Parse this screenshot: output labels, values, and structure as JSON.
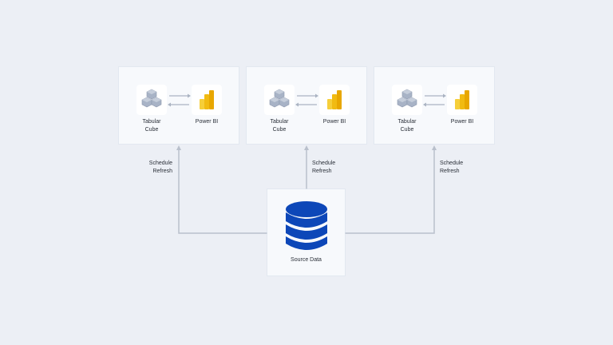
{
  "diagram": {
    "pairs": [
      {
        "cube_label": "Tabular\nCube",
        "bi_label": "Power BI"
      },
      {
        "cube_label": "Tabular\nCube",
        "bi_label": "Power BI"
      },
      {
        "cube_label": "Tabular\nCube",
        "bi_label": "Power BI"
      }
    ],
    "refresh_labels": [
      "Schedule\nRefresh",
      "Schedule\nRefresh",
      "Schedule\nRefresh"
    ],
    "source_label": "Source Data",
    "colors": {
      "background": "#eceff5",
      "card": "#f7f9fc",
      "connector": "#b9c0cc",
      "database": "#0d47b8",
      "cube": "#a8b3c6",
      "powerbi_dark": "#e8a700",
      "powerbi_light": "#f6cf3a"
    }
  }
}
